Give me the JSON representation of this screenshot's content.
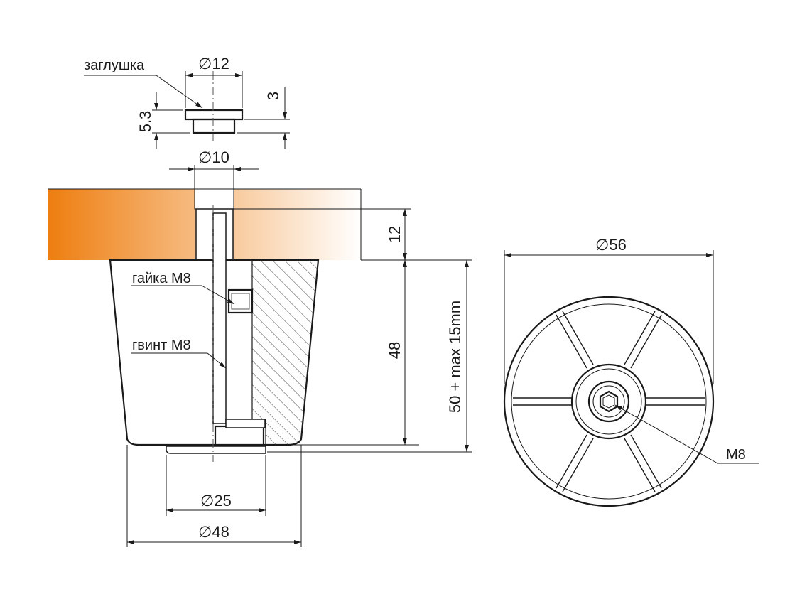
{
  "labels": {
    "plug": "заглушка",
    "nut": "гайка М8",
    "screw": "гвинт М8",
    "thread": "M8"
  },
  "dimensions": {
    "plug_diameter": "12",
    "hole_diameter": "10",
    "plug_height": "5.3",
    "plug_cap": "3",
    "tabletop_thickness": "12",
    "body_height": "48",
    "total_height": "50 + max 15mm",
    "base_diameter": "25",
    "body_diameter": "48",
    "top_diameter": "56"
  },
  "colors": {
    "wood_dark": "#ee7e10",
    "wood_light": "#ffffff",
    "line": "#1a1a1a"
  }
}
